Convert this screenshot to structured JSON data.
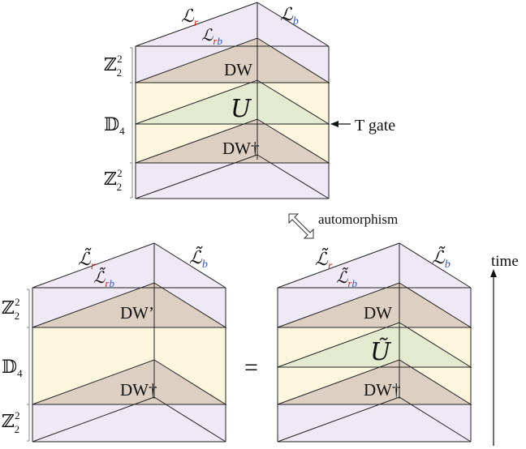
{
  "colors": {
    "red": "#d42a1f",
    "blue": "#2f52d0",
    "lavender": "#efe9f6",
    "tan": "#ddd0c3",
    "cream": "#fbf6dd",
    "green": "#e4ead0",
    "stroke": "#222222"
  },
  "top_block": {
    "label_r_main": "ℒ",
    "label_r_sub": "r",
    "label_b_main": "ℒ",
    "label_b_sub": "b",
    "label_rb_main": "ℒ",
    "label_rb_sub_r": "r",
    "label_rb_sub_b": "b",
    "layer_labels": {
      "z2_top": "ℤ",
      "z2_top_sup": "2",
      "z2_top_sub": "2",
      "d4": "𝔻",
      "d4_sub": "4",
      "z2_bottom": "ℤ",
      "z2_bottom_sup": "2",
      "z2_bottom_sub": "2"
    },
    "dw": "DW",
    "u": "U",
    "dw_dagger": "DW†",
    "t_gate": "T gate"
  },
  "automorphism": {
    "label": "automorphism",
    "icon": "double-arrow-icon"
  },
  "bottom_left": {
    "label_r_main": "ℒ̃",
    "label_r_sub": "r",
    "label_b_main": "ℒ̃",
    "label_b_sub": "b",
    "label_rb_main": "ℒ̃",
    "label_rb_sub_r": "r",
    "label_rb_sub_b": "b",
    "layer_labels": {
      "z2_top": "ℤ",
      "z2_top_sup": "2",
      "z2_top_sub": "2",
      "d4": "𝔻",
      "d4_sub": "4",
      "z2_bottom": "ℤ",
      "z2_bottom_sup": "2",
      "z2_bottom_sub": "2"
    },
    "dw_prime": "DW’",
    "dw_dagger": "DW†"
  },
  "equals": "=",
  "bottom_right": {
    "label_r_main": "ℒ̃",
    "label_r_sub": "r",
    "label_b_main": "ℒ̃",
    "label_b_sub": "b",
    "label_rb_main": "ℒ̃",
    "label_rb_sub_r": "r",
    "label_rb_sub_b": "b",
    "dw": "DW",
    "u_tilde": "Ũ",
    "dw_dagger": "DW†"
  },
  "time_label": "time"
}
